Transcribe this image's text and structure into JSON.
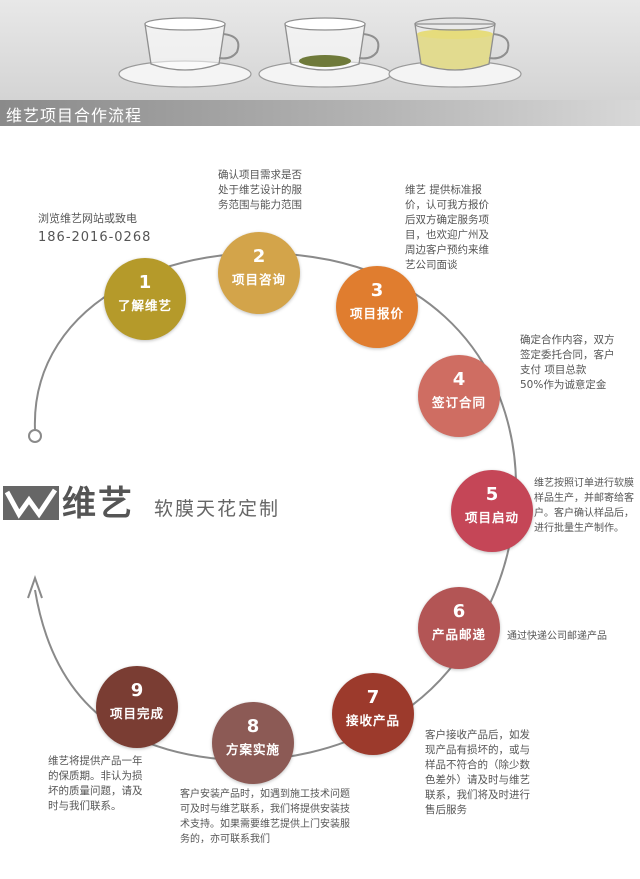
{
  "header": {
    "title": "维艺项目合作流程"
  },
  "contact": {
    "line1": "浏览维艺网站或致电",
    "phone": "186-2016-0268"
  },
  "brand": {
    "name": "维艺",
    "tagline": "软膜天花定制"
  },
  "steps": [
    {
      "num": "1",
      "label": "了解维艺",
      "color": "#b59a2a"
    },
    {
      "num": "2",
      "label": "项目咨询",
      "color": "#d3a44a"
    },
    {
      "num": "3",
      "label": "项目报价",
      "color": "#e07d2f"
    },
    {
      "num": "4",
      "label": "签订合同",
      "color": "#cf6d62"
    },
    {
      "num": "5",
      "label": "项目启动",
      "color": "#c54657"
    },
    {
      "num": "6",
      "label": "产品邮递",
      "color": "#b35555"
    },
    {
      "num": "7",
      "label": "接收产品",
      "color": "#9c3a2c"
    },
    {
      "num": "8",
      "label": "方案实施",
      "color": "#8c5a55"
    },
    {
      "num": "9",
      "label": "项目完成",
      "color": "#7a3d33"
    }
  ],
  "descriptions": {
    "step2": [
      "确认项目需求是否",
      "处于维艺设计的服",
      "务范围与能力范围"
    ],
    "step3": [
      "维艺 提供标准报",
      "价，认可我方报价",
      "后双方确定服务项",
      "目，也欢迎广州及",
      "周边客户预约来维",
      "艺公司面谈"
    ],
    "step4": [
      "确定合作内容，双方",
      "签定委托合同，客户",
      "支付 项目总款",
      "50%作为诚意定金"
    ],
    "step5": [
      "维艺按照订单进行软膜",
      "样品生产，并邮寄给客",
      "户。客户确认样品后，",
      "进行批量生产制作。"
    ],
    "step6": [
      "通过快递公司邮递产品"
    ],
    "step7": [
      "客户接收产品后，如发",
      "现产品有损坏的，或与",
      "样品不符合的（除少数",
      "色差外）请及时与维艺",
      "联系，我们将及时进行",
      "售后服务"
    ],
    "step8": [
      "客户安装产品时，如遇到施工技术问题",
      "可及时与维艺联系，我们将提供安装技",
      "术支持。如果需要维艺提供上门安装服",
      "务的，亦可联系我们"
    ],
    "step9": [
      "维艺将提供产品一年",
      "的保质期。非认为损",
      "坏的质量问题，请及",
      "时与我们联系。"
    ]
  }
}
